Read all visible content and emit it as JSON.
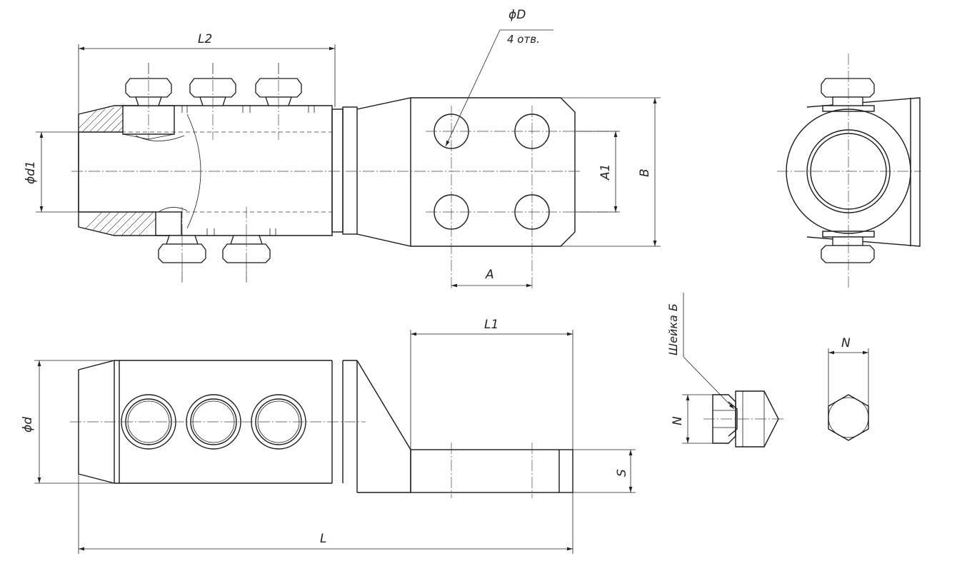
{
  "drawing": {
    "labels": {
      "L2": "L2",
      "phiD": "ϕD",
      "holes": "4 отв.",
      "phid1": "ϕd1",
      "A1": "A1",
      "B": "B",
      "A": "A",
      "L1": "L1",
      "phid": "ϕd",
      "S": "S",
      "L": "L",
      "N_top": "N",
      "N_side": "N",
      "sheika": "Шейка Б"
    }
  }
}
